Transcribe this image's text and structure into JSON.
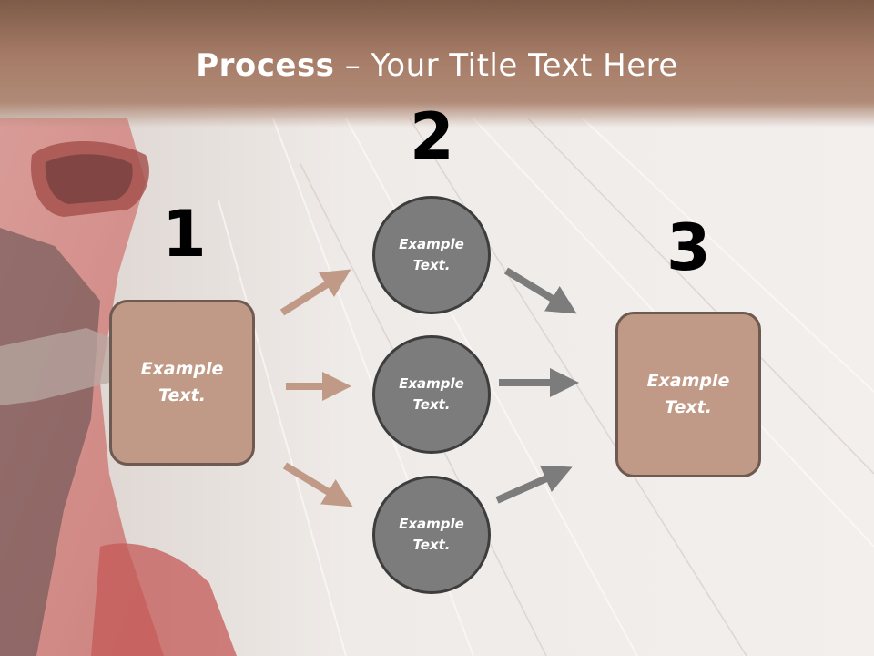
{
  "title": {
    "bold": "Process",
    "rest": " – Your Title Text Here"
  },
  "steps": {
    "n1": "1",
    "n2": "2",
    "n3": "3"
  },
  "box_left": {
    "text": "Example\nText."
  },
  "box_right": {
    "text": "Example\nText."
  },
  "circles": [
    {
      "text": "Example\nText."
    },
    {
      "text": "Example\nText."
    },
    {
      "text": "Example\nText."
    }
  ],
  "colors": {
    "title_band": "#a67c67",
    "box_fill": "#c09a86",
    "box_border": "#6e5a50",
    "circle_fill": "#7c7c7c",
    "circle_border": "#3d3d3d",
    "arrow_left": "#c09a86",
    "arrow_right": "#7c7c7c"
  },
  "background_image": "red-car-side-mirror-motion-blur"
}
